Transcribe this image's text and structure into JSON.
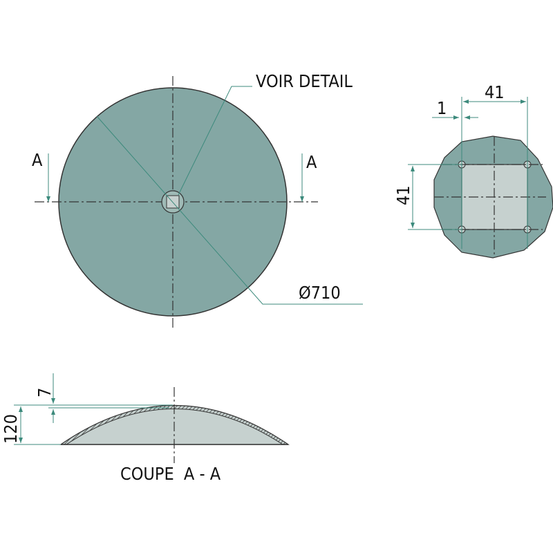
{
  "labels": {
    "detail_callout": "VOIR DETAIL",
    "diameter": "Ø710",
    "section_mark_left": "A",
    "section_mark_right": "A",
    "section_title": "COUPE  A - A",
    "detail_width": "41",
    "detail_height": "41",
    "detail_offset": "1",
    "section_height": "120",
    "section_thickness": "7"
  },
  "colors": {
    "disc_fill": "#84a7a4",
    "light_fill": "#c6d1cf",
    "dimension_line": "#3c8a7c"
  }
}
